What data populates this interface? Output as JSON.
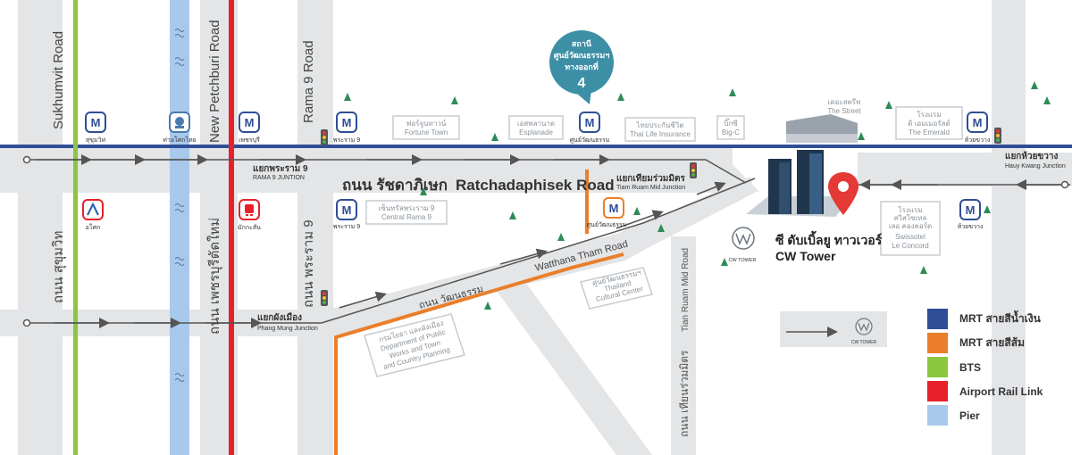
{
  "roads": {
    "sukhumvit_en": "Sukhumvit Road",
    "sukhumvit_th": "ถนน สุขุมวิท",
    "new_petchburi_en": "New Petchburi Road",
    "new_petchburi_th": "ถนน เพชรบุรีตัดใหม่",
    "rama9_en": "Rama 9 Road",
    "rama9_th": "ถนน พระราม 9",
    "ratchada_th": "ถนน รัชดาภิเษก",
    "ratchada_en": "Ratchadaphisek Road",
    "watthana_th": "ถนน วัฒนธรรม",
    "watthana_en": "Watthana Tham Road",
    "tianruam_en": "Tian Ruam Mid Road",
    "tianruam_th": "ถนน เทียนร่วมมิตร"
  },
  "junctions": {
    "rama9_th": "แยกพระราม 9",
    "rama9_en": "RAMA 9 JUNTION",
    "tianruam_th": "แยกเทียมร่วมมิตร",
    "tianruam_en": "Tiam Ruam Mid Junction",
    "phangmung_th": "แยกผังเมือง",
    "phangmung_en": "Phang Mung Junction",
    "huaykwang_th": "แยกห้วยขวาง",
    "huaykwang_en": "Hauy Kwang Junction"
  },
  "stations": {
    "sukhumvit": "สุขุมวิท",
    "pier": "ท่าอโศกไทย",
    "phetchaburi": "เพชรบุรี",
    "rama9_top": "พระราม 9",
    "cultural": "ศูนย์วัฒนธรรม",
    "huaykwang_top": "ห้วยขวาง",
    "asok": "อโศก",
    "makkasan": "มักกะสัน",
    "rama9_bottom": "พระราม 9",
    "cultural_orange": "ศูนย์วัฒนธรรม",
    "huaykwang_bottom": "ห้วยขวาง"
  },
  "callout": {
    "line1": "สถานี",
    "line2": "ศูนย์วัฒนธรรมฯ",
    "line3": "ทางออกที่",
    "number": "4"
  },
  "landmarks": {
    "fortune_th": "ฟอร์จูนทาวน์",
    "fortune_en": "Fortune Town",
    "esplanade_th": "เอสพลานาด",
    "esplanade_en": "Esplanade",
    "thailife_th": "ไทยประกันชีวิต",
    "thailife_en": "Thai Life Insurance",
    "bigc_th": "บิ๊กซี",
    "bigc_en": "Big-C",
    "street_th": "เดอะสตรีท",
    "street_en": "The Street",
    "emerald_th1": "โรงแรม",
    "emerald_th2": "ดิ เอมเมอรัลด์",
    "emerald_en": "The Emerald",
    "central_th": "เซ็นทรัลพระราม 9",
    "central_en": "Central Rama 9",
    "culture_th": "ศูนย์วัฒนธรรมฯ",
    "culture_en1": "Thailand",
    "culture_en2": "Cultural Center",
    "swiss_th1": "โรงแรม",
    "swiss_th2": "สวิสโซเทล",
    "swiss_th3": "เลอ คองคอร์ด",
    "swiss_en1": "Swissotel",
    "swiss_en2": "Le Concord",
    "dept_th": "กรมโยธา และผังเมือง",
    "dept_en1": "Department of Public",
    "dept_en2": "Works and Town",
    "dept_en3": "and Country Planning"
  },
  "tower": {
    "name_th": "ซี ดับเบิ้ลยู ทาวเวอร์",
    "name_en": "CW Tower",
    "logo_caption": "CW TOWER"
  },
  "icons": {
    "mrt_letter": "M"
  },
  "legend": [
    {
      "label": "MRT สายสีน้ำเงิน",
      "color": "#2f4e96"
    },
    {
      "label": "MRT สายสีส้ม",
      "color": "#ea7e2a"
    },
    {
      "label": "BTS",
      "color": "#8cc63f"
    },
    {
      "label": "Airport Rail Link",
      "color": "#e8202a"
    },
    {
      "label": "Pier",
      "color": "#a9c9ec"
    }
  ],
  "colors": {
    "road": "#e3e5e7",
    "mrt_blue": "#2f4e96",
    "mrt_orange": "#ea7e2a",
    "bts": "#8cc63f",
    "arl": "#e8202a",
    "canal": "#a9c9ec",
    "callout": "#3d8fa6",
    "pin": "#e53935"
  }
}
